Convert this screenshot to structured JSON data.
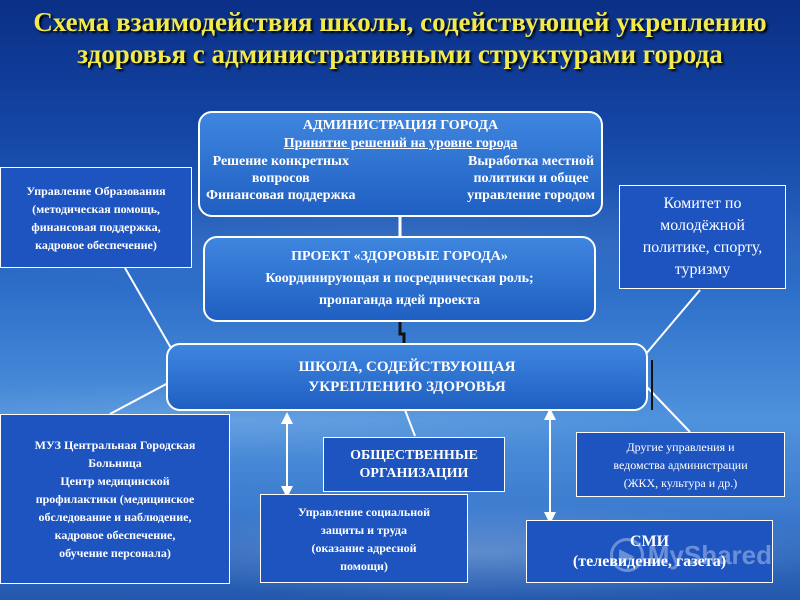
{
  "title": "Схема взаимодействия школы, содействующей укреплению здоровья с административными структурами города",
  "administration": {
    "heading": "АДМИНИСТРАЦИЯ ГОРОДА",
    "subheading": "Принятие решений на уровне города",
    "left_lines": [
      "Решение конкретных",
      "вопросов",
      "Финансовая поддержка"
    ],
    "right_lines": [
      "Выработка местной",
      "политики и общее",
      "управление городом"
    ]
  },
  "project": {
    "lines": [
      "ПРОЕКТ «ЗДОРОВЫЕ ГОРОДА»",
      "Координирующая и посредническая роль;",
      "пропаганда идей проекта"
    ]
  },
  "school": {
    "lines": [
      "ШКОЛА, СОДЕЙСТВУЮЩАЯ",
      "УКРЕПЛЕНИЮ ЗДОРОВЬЯ"
    ]
  },
  "education_dept": {
    "lines": [
      "Управление Образования",
      "(методическая помощь,",
      "финансовая поддержка,",
      "кадровое обеспечение)"
    ]
  },
  "youth_committee": {
    "lines": [
      "Комитет по",
      "молодёжной",
      "политике, спорту,",
      "туризму"
    ]
  },
  "hospital": {
    "lines": [
      "МУЗ Центральная Городская",
      "Больница",
      "Центр медицинской",
      "профилактики (медицинское",
      "обследование и наблюдение,",
      "кадровое обеспечение,",
      "обучение персонала)"
    ]
  },
  "public_orgs": {
    "lines": [
      "ОБЩЕСТВЕННЫЕ",
      "ОРГАНИЗАЦИИ"
    ]
  },
  "other_depts": {
    "lines": [
      "Другие управления и",
      "ведомства администрации",
      "(ЖКХ, культура и др.)"
    ]
  },
  "social_dept": {
    "lines": [
      "Управление социальной",
      "защиты и труда",
      "(оказание адресной",
      "помощи)"
    ]
  },
  "media": {
    "lines": [
      "СМИ",
      "(телевидение, газета)"
    ]
  },
  "watermark": "MyShared"
}
